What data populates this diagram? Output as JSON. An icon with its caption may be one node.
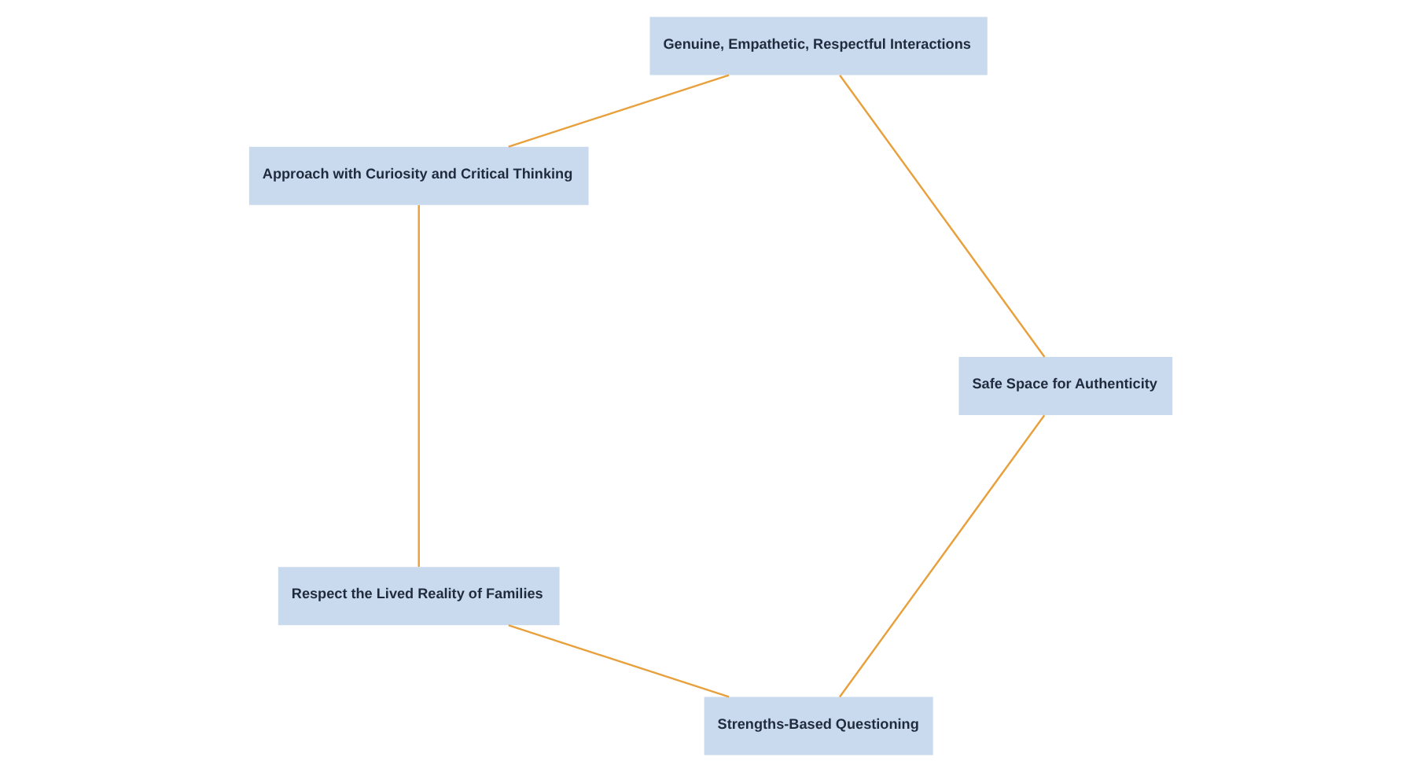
{
  "diagram": {
    "nodes": [
      {
        "text": [
          "Strengths-Based Questioning"
        ]
      },
      {
        "text": [
          "Safe Space for Authenticity"
        ]
      },
      {
        "text": [
          "Respect the Lived Reality of Families"
        ]
      },
      {
        "text": [
          "Genuine, Empathetic, Respectful Interactions"
        ]
      },
      {
        "text": [
          "Approach with Curiosity and Critical Thinking"
        ]
      }
    ],
    "edges": [
      {
        "from": 0,
        "to": 2,
        "arrow": "none",
        "color": "#e8a03c"
      },
      {
        "from": 2,
        "to": 4,
        "arrow": "none",
        "color": "#e8a03c"
      },
      {
        "from": 4,
        "to": 3,
        "arrow": "none",
        "color": "#e8a03c"
      },
      {
        "from": 3,
        "to": 1,
        "arrow": "none",
        "color": "#e8a03c"
      },
      {
        "from": 1,
        "to": 0,
        "arrow": "none",
        "color": "#e8a03c"
      }
    ]
  }
}
